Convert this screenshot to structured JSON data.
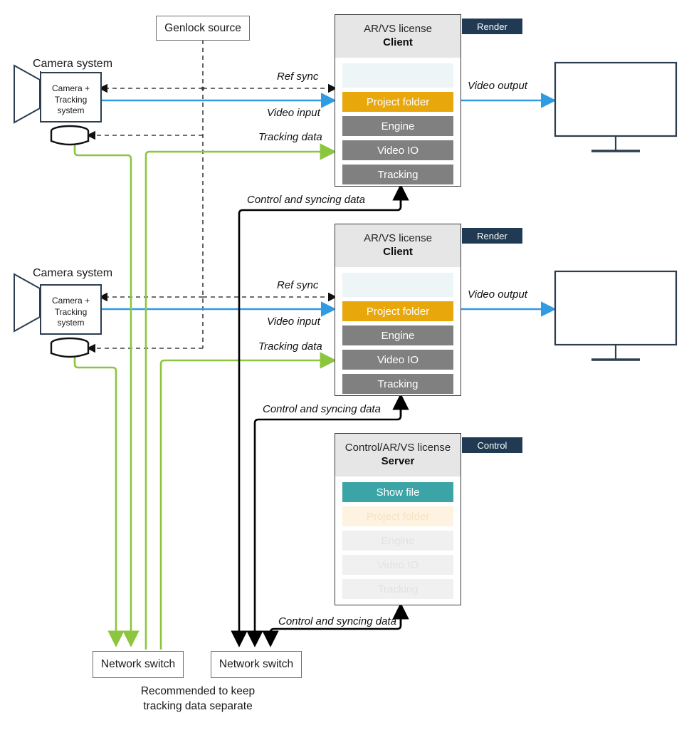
{
  "diagram": {
    "title_hidden": "",
    "colors": {
      "video_blue": "#2f9be3",
      "tracking_green": "#8cc63f",
      "control_black": "#000000",
      "genlock_dashed": "#3f3f3f",
      "accent_orange": "#e8a80c",
      "accent_teal": "#3aa4a6",
      "badge_navy": "#1f3a52",
      "row_gray": "#808080",
      "header_gray": "#e6e6e6",
      "monitor_stroke": "#2c3e50"
    }
  },
  "genlock": {
    "label": "Genlock source"
  },
  "cameras": [
    {
      "title": "Camera system",
      "body_lines": [
        "Camera +",
        "Tracking",
        "system"
      ]
    },
    {
      "title": "Camera system",
      "body_lines": [
        "Camera +",
        "Tracking",
        "system"
      ]
    }
  ],
  "clients": [
    {
      "license": "AR/VS license",
      "role": "Client",
      "badge": "Render",
      "rows": [
        {
          "label": "",
          "style": "blank"
        },
        {
          "label": "Project folder",
          "style": "orange"
        },
        {
          "label": "Engine",
          "style": "gray"
        },
        {
          "label": "Video IO",
          "style": "gray"
        },
        {
          "label": "Tracking",
          "style": "gray"
        }
      ]
    },
    {
      "license": "AR/VS license",
      "role": "Client",
      "badge": "Render",
      "rows": [
        {
          "label": "",
          "style": "blank"
        },
        {
          "label": "Project folder",
          "style": "orange"
        },
        {
          "label": "Engine",
          "style": "gray"
        },
        {
          "label": "Video IO",
          "style": "gray"
        },
        {
          "label": "Tracking",
          "style": "gray"
        }
      ]
    }
  ],
  "server": {
    "license": "Control/AR/VS license",
    "role": "Server",
    "badge": "Control",
    "rows": [
      {
        "label": "Show file",
        "style": "teal"
      },
      {
        "label": "Project folder",
        "style": "faint-orange"
      },
      {
        "label": "Engine",
        "style": "faint-gray"
      },
      {
        "label": "Video IO",
        "style": "faint-gray"
      },
      {
        "label": "Tracking",
        "style": "faint-gray"
      }
    ]
  },
  "switches": [
    {
      "label": "Network switch",
      "kind": "tracking"
    },
    {
      "label": "Network switch",
      "kind": "control"
    }
  ],
  "wire_labels": {
    "ref_sync_1": "Ref sync",
    "video_input_1": "Video input",
    "tracking_data_1": "Tracking data",
    "video_output_1": "Video output",
    "control_sync_1": "Control and syncing data",
    "ref_sync_2": "Ref sync",
    "video_input_2": "Video input",
    "tracking_data_2": "Tracking data",
    "video_output_2": "Video output",
    "control_sync_2": "Control and syncing data",
    "control_sync_3": "Control and syncing data"
  },
  "footnote": {
    "line1": "Recommended to keep",
    "line2": "tracking data separate"
  }
}
